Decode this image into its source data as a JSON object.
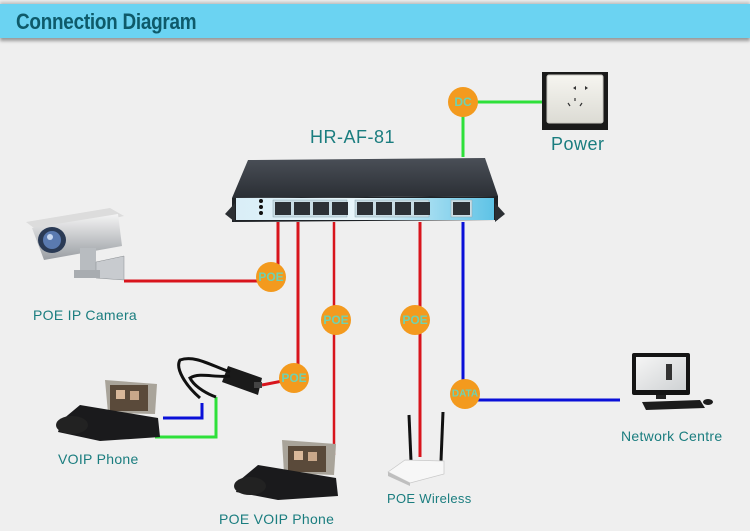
{
  "header": {
    "title": "Connection Diagram"
  },
  "switch": {
    "model": "HR-AF-81",
    "poe_ports": 8,
    "uplink_ports": 1
  },
  "devices": {
    "power": {
      "label": "Power"
    },
    "camera": {
      "label": "POE IP Camera"
    },
    "voip_phone": {
      "label": "VOIP Phone"
    },
    "poe_voip_phone": {
      "label": "POE VOIP Phone"
    },
    "poe_wireless": {
      "label": "POE Wireless"
    },
    "network_centre": {
      "label": "Network Centre"
    }
  },
  "badges": {
    "dc": "DC",
    "poe": "POE",
    "data": "DATA"
  },
  "colors": {
    "header_bg": "#6bd3f2",
    "header_text": "#0e5a6a",
    "label_text": "#1a7d7f",
    "badge_fill": "#f39a1e",
    "badge_text": "#6fd2b0",
    "poe_line": "#d8141c",
    "data_line": "#0a10d8",
    "dc_line": "#2ee03a"
  }
}
